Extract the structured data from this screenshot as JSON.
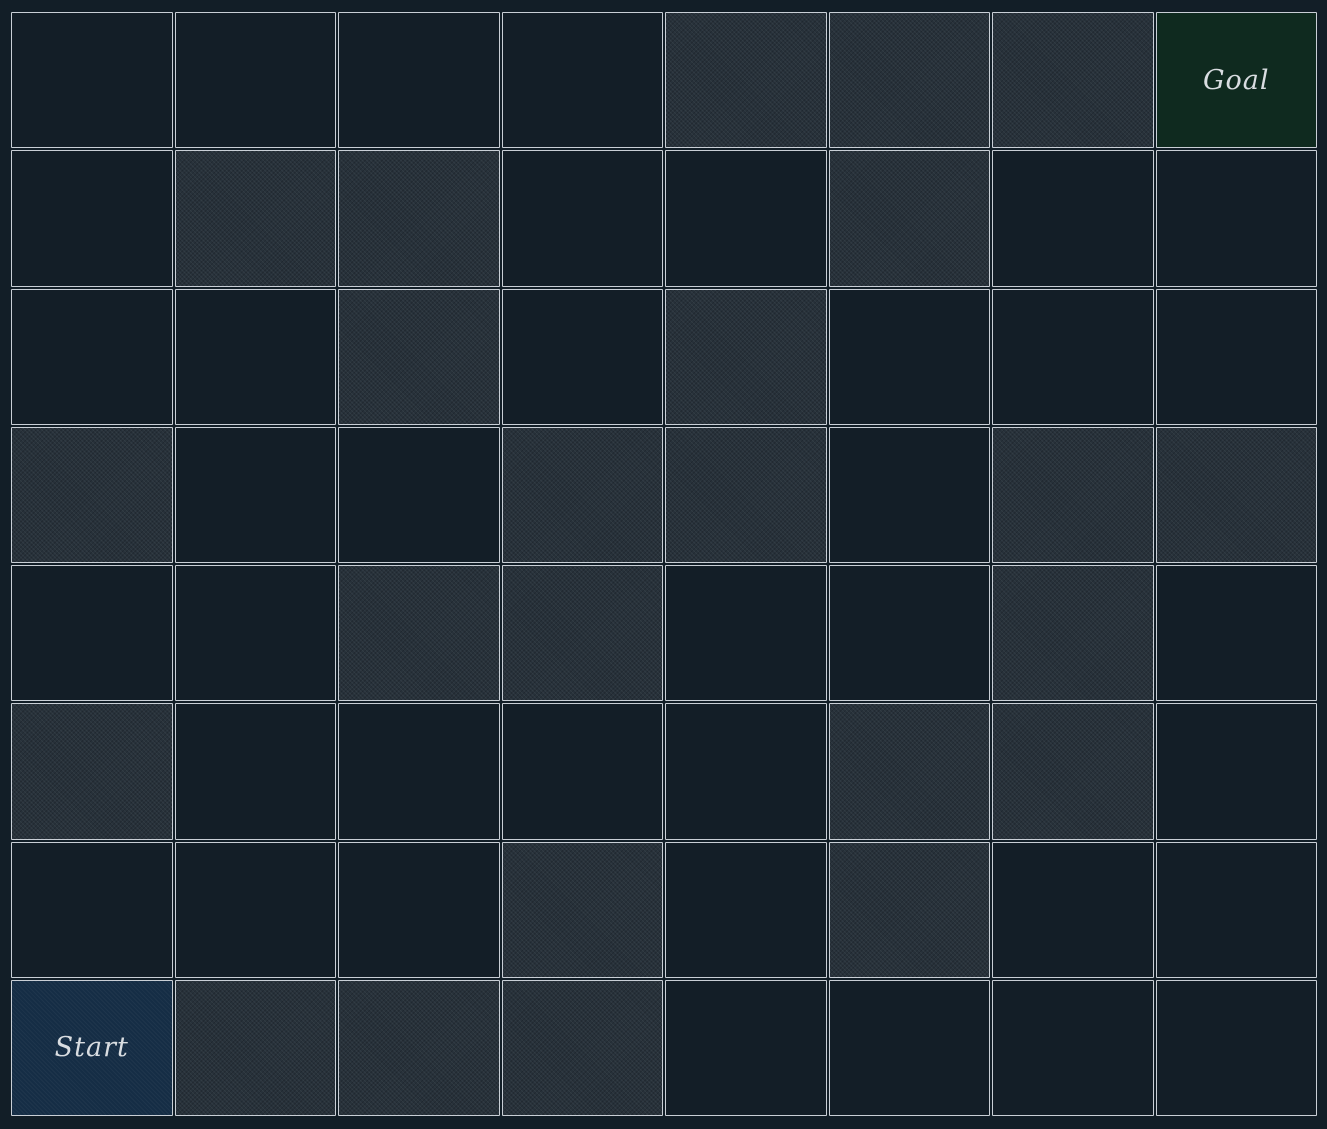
{
  "grid": {
    "rows": 8,
    "cols": 8,
    "cells": [
      [
        "open",
        "open",
        "open",
        "open",
        "wall",
        "wall",
        "wall",
        "goal"
      ],
      [
        "open",
        "wall",
        "wall",
        "open",
        "open",
        "wall",
        "open",
        "open"
      ],
      [
        "open",
        "open",
        "wall",
        "open",
        "wall",
        "open",
        "open",
        "open"
      ],
      [
        "wall",
        "open",
        "open",
        "wall",
        "wall",
        "open",
        "wall",
        "wall"
      ],
      [
        "open",
        "open",
        "wall",
        "wall",
        "open",
        "open",
        "wall",
        "open"
      ],
      [
        "wall",
        "open",
        "open",
        "open",
        "open",
        "wall",
        "wall",
        "open"
      ],
      [
        "open",
        "open",
        "open",
        "wall",
        "open",
        "wall",
        "open",
        "open"
      ],
      [
        "start",
        "wall",
        "wall",
        "wall",
        "open",
        "open",
        "open",
        "open"
      ]
    ]
  },
  "labels": {
    "start": "Start",
    "goal": "Goal"
  },
  "colors": {
    "background": "#121e27",
    "open": "#131e27",
    "wall": "#27313a",
    "start": "#152d45",
    "goal": "#0f2a1f",
    "border": "#c9cfd6"
  }
}
